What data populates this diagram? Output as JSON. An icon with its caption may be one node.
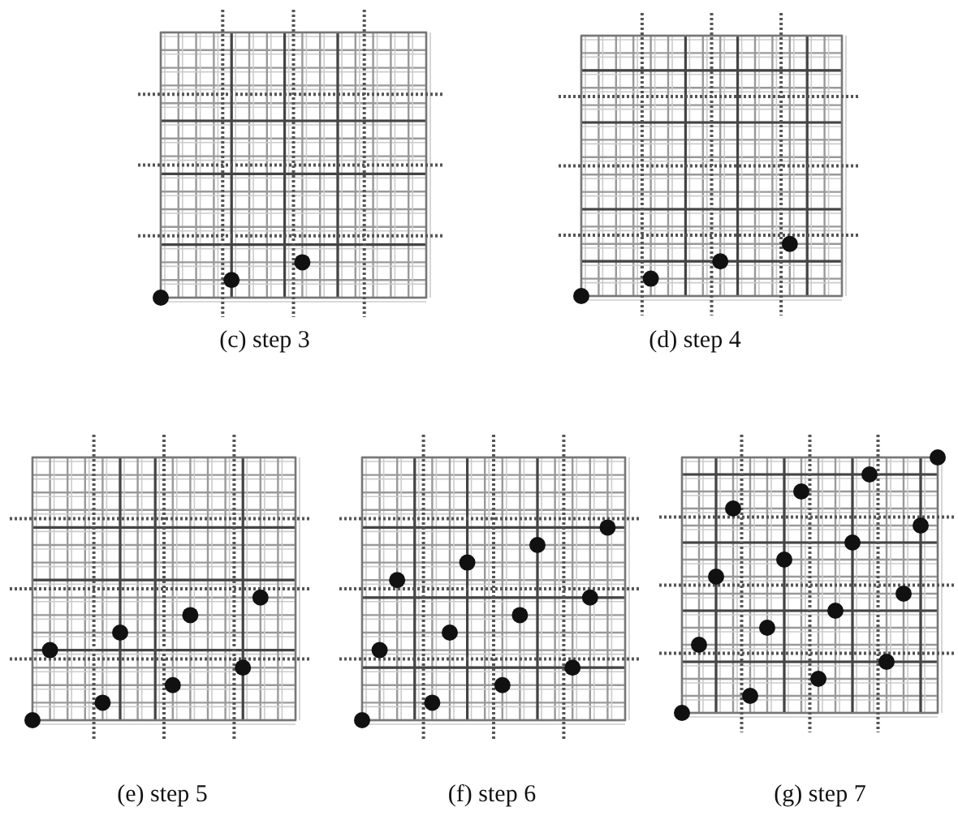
{
  "diagram": {
    "labels": [
      "(c) step 3",
      "(d) step 4",
      "(e) step 5",
      "(f) step 6",
      "(g) step 7"
    ]
  }
}
